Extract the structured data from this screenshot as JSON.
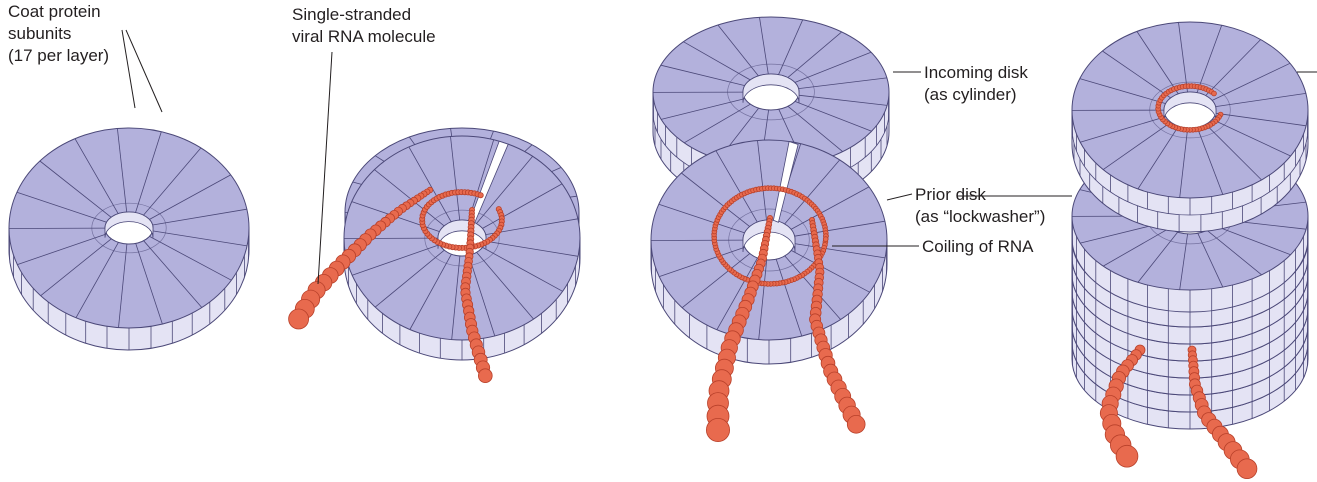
{
  "labels": {
    "coat_protein": [
      "Coat protein",
      "subunits",
      "(17 per layer)"
    ],
    "rna_molecule": [
      "Single-stranded",
      "viral RNA molecule"
    ],
    "incoming_disk": [
      "Incoming disk",
      "(as cylinder)"
    ],
    "prior_disk": [
      "Prior disk",
      "(as “lockwasher”)"
    ],
    "coiling": "Coiling of RNA"
  },
  "colors": {
    "protein_top": "#b3b1dc",
    "protein_rim": "#e4e3f4",
    "protein_dark": "#8f8cc6",
    "outline": "#4b4878",
    "rna": "#e86a4e",
    "rna_outline": "#b8402a",
    "leader": "#231f20"
  },
  "subunits_per_layer": 17
}
